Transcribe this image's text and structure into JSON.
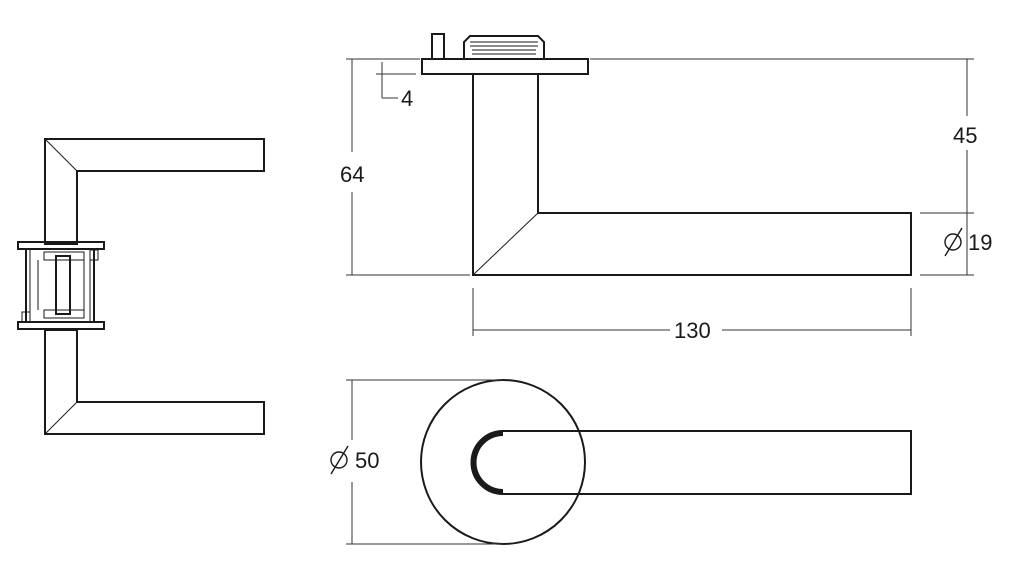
{
  "dimensions": {
    "rose_thickness": "4",
    "total_height": "64",
    "top_to_lever_axis": "45",
    "lever_diameter": "19",
    "lever_length": "130",
    "rose_diameter": "50"
  },
  "symbols": {
    "diameter": "diameter-symbol"
  },
  "colors": {
    "line": "#1a1a1a",
    "background": "#ffffff"
  }
}
